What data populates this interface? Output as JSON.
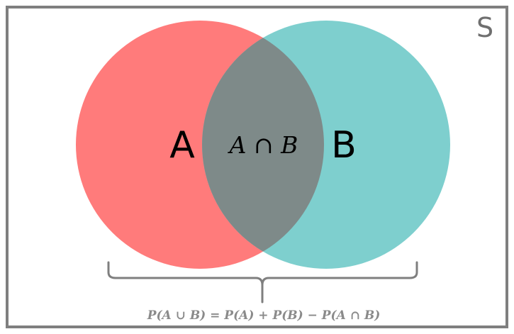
{
  "diagram": {
    "universe_label": "S",
    "set_a_label": "A",
    "set_b_label": "B",
    "intersection_label": "A ∩ B",
    "formula": "P(A ∪ B) = P(A) + P(B)  − P(A ∩ B)"
  },
  "colors": {
    "frame": "#7f7f7f",
    "set_a_fill": "#ff7b7b",
    "set_b_fill": "#7ecfce",
    "intersection_fill": "#7e8a89",
    "label_text": "#000000",
    "formula_text": "#8a8a8a",
    "universe_label_text": "#6f6f6f",
    "brace": "#7f7f7f"
  }
}
